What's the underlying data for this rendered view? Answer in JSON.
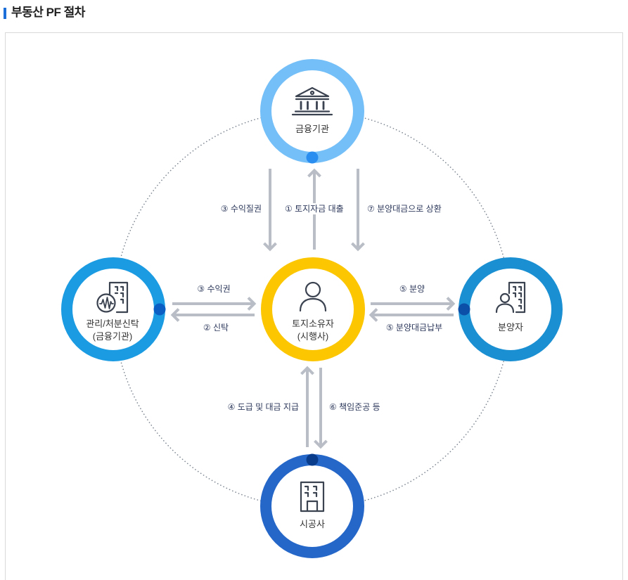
{
  "page": {
    "title": "부동산 PF 절차",
    "accent_color": "#1c6fd8"
  },
  "diagram": {
    "colors": {
      "arrow": "#b9bec6",
      "orbit": "#7d8590"
    },
    "nodes": {
      "financial_institution": {
        "label": "금융기관",
        "icon": "bank-icon",
        "ring_color": "#74bff8",
        "dot_color": "#2a8df0"
      },
      "trust": {
        "label_line1": "관리/처분신탁",
        "label_line2": "(금융기관)",
        "icon": "building-signal-icon",
        "ring_color": "#1b9be2",
        "dot_color": "#0b5fc4"
      },
      "developer": {
        "label_line1": "토지소유자",
        "label_line2": "(시행사)",
        "icon": "person-icon",
        "ring_color": "#fcc600"
      },
      "buyer": {
        "label": "분양자",
        "icon": "person-building-icon",
        "ring_color": "#1a8fd2",
        "dot_color": "#0b4fa8"
      },
      "contractor": {
        "label": "시공사",
        "icon": "building-icon",
        "ring_color": "#2567c9",
        "dot_color": "#0a3c8c"
      }
    },
    "flows": {
      "revenue_pledge": "③ 수익질권",
      "land_loan": "① 토지자금 대출",
      "repayment": "⑦ 분양대금으로 상환",
      "beneficial_right": "③ 수익권",
      "trust": "② 신탁",
      "sale": "⑤ 분양",
      "sale_payment": "⑤ 분양대금납부",
      "construction_contract": "④ 도급 및 대금 지급",
      "completion_guarantee": "⑥ 책임준공 등"
    }
  }
}
